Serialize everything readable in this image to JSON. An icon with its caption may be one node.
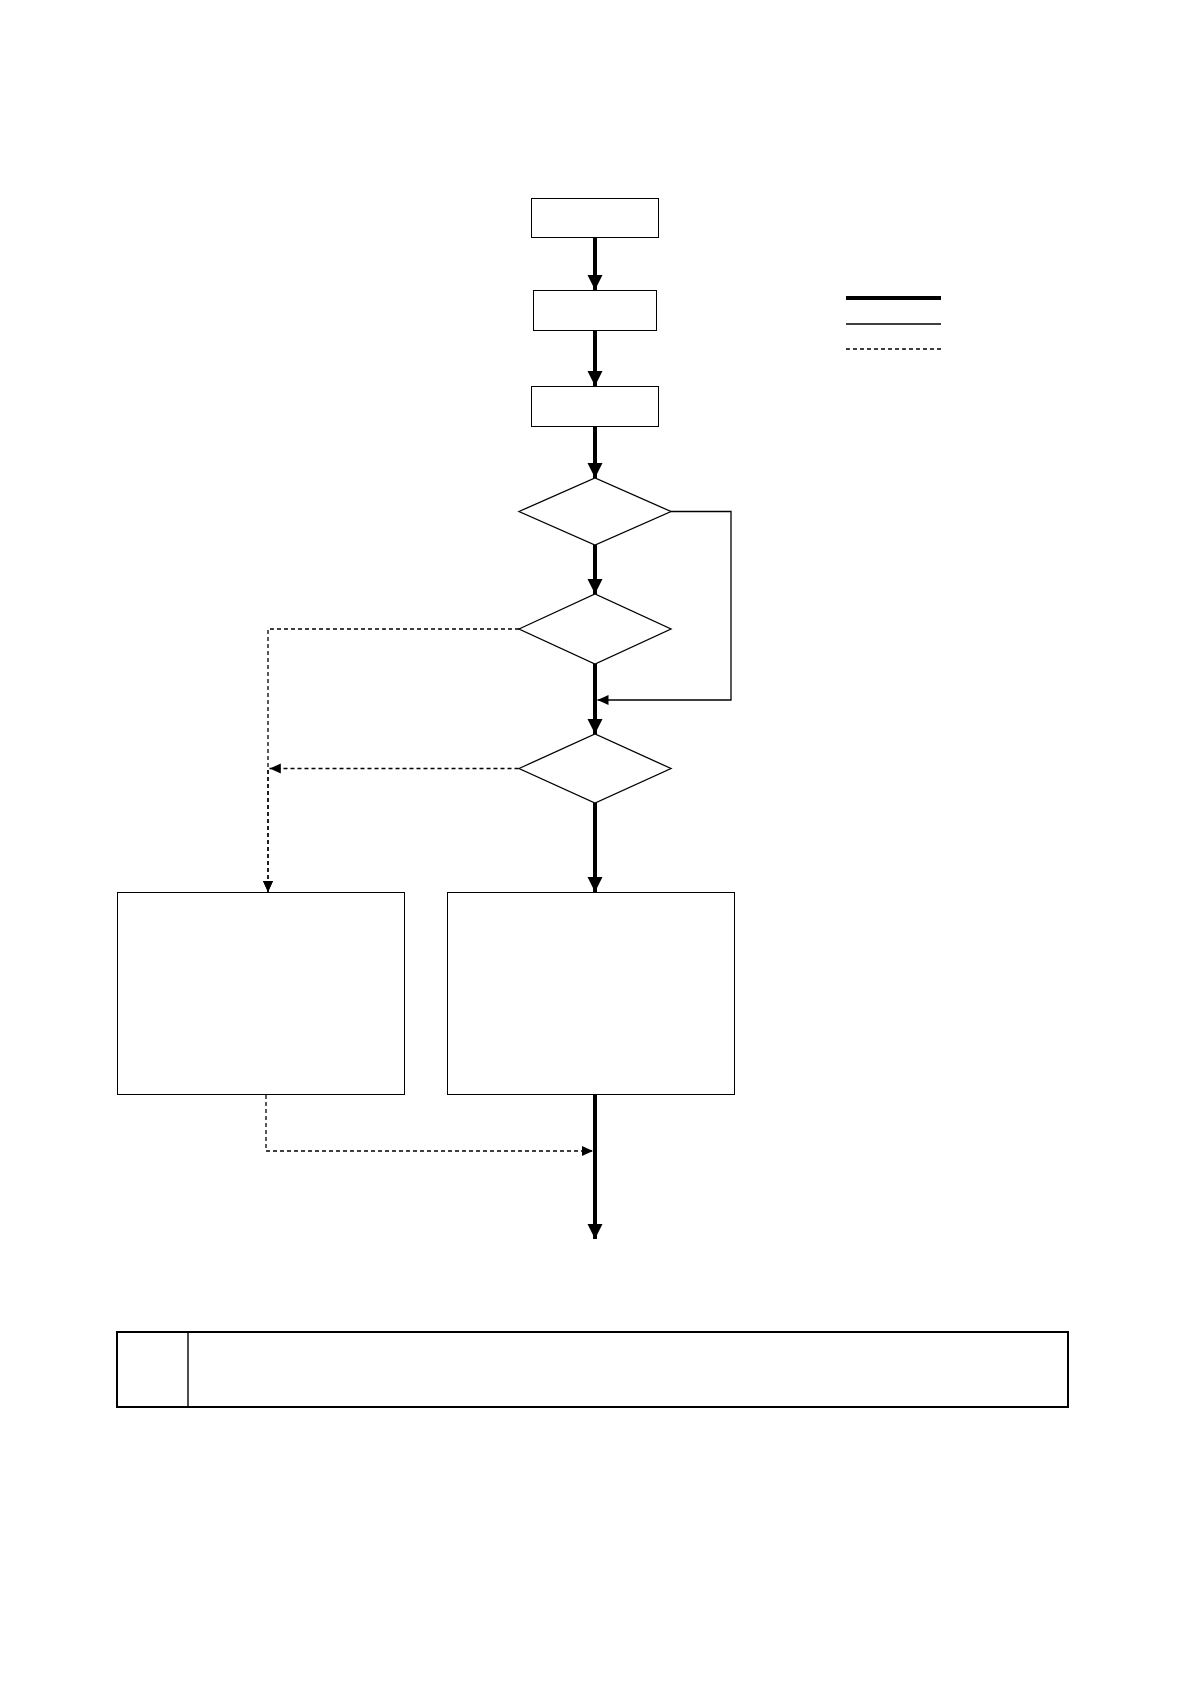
{
  "diagram": {
    "nodes": [
      {
        "text": [],
        "shape": "box"
      },
      {
        "text": [],
        "shape": "box"
      },
      {
        "text": [],
        "shape": "box"
      },
      {
        "text": [],
        "shape": "diamond"
      },
      {
        "text": [],
        "shape": "diamond"
      },
      {
        "text": [],
        "shape": "diamond"
      },
      {
        "text": [],
        "shape": "box"
      },
      {
        "text": [],
        "shape": "box"
      }
    ],
    "edges": [
      {
        "from": 0,
        "to": 1,
        "arrow": "to"
      },
      {
        "from": 1,
        "to": 2,
        "arrow": "to"
      },
      {
        "from": 2,
        "to": 3,
        "arrow": "to"
      },
      {
        "from": 3,
        "to": 4,
        "arrow": "to"
      },
      {
        "from": 4,
        "to": 5,
        "arrow": "to"
      },
      {
        "from": 3,
        "to": 5,
        "arrow": "to"
      },
      {
        "from": 4,
        "to": 6,
        "arrow": "to",
        "style": "dashed"
      },
      {
        "from": 5,
        "to": 6,
        "arrow": "to",
        "style": "dashed"
      },
      {
        "from": 5,
        "to": 7,
        "arrow": "to"
      },
      {
        "from": 7,
        "to": null,
        "arrow": "to"
      },
      {
        "from": 6,
        "to": null,
        "arrow": "to",
        "style": "dashed"
      }
    ]
  }
}
